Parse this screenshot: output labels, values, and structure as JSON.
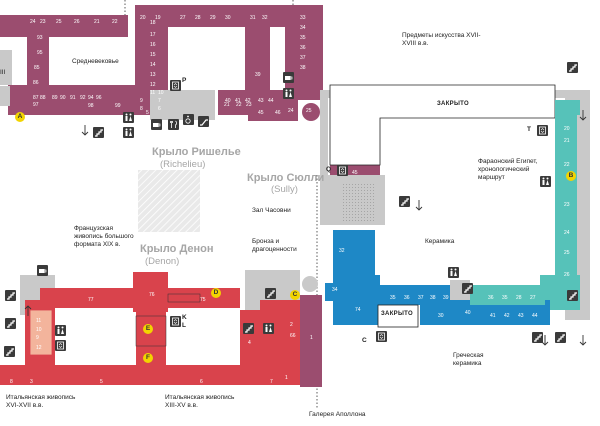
{
  "wings": {
    "richelieu": {
      "name": "Крыло Ришелье",
      "sub": "(Richelieu)"
    },
    "sully": {
      "name": "Крыло Сюлли",
      "sub": "(Sully)"
    },
    "denon": {
      "name": "Крыло Денон",
      "sub": "(Denon)"
    }
  },
  "labels": {
    "middle_ages": "Средневековье",
    "art_objects": "Предметы искусства XVII-XVIII в.в.",
    "egypt": "Фараонский Египет, хронологический маршрут",
    "clock_room": "Зал Часовни",
    "bronze": "Бронза и драгоценности",
    "ceramics": "Керамика",
    "greek_ceramics": "Греческая керамика",
    "french_painting": "Французская живопись большого формата XIX в.",
    "italian_1": "Итальянская живопись XVI-XVII в.в.",
    "italian_2": "Итальянская живопись XIII-XV в.в.",
    "apollo_gallery": "Галерея Аполлона",
    "roman_3": "III"
  },
  "closed": [
    "ЗАКРЫТО",
    "ЗАКРЫТО"
  ],
  "markers": [
    "A",
    "B",
    "C",
    "D",
    "E",
    "F"
  ],
  "letters": [
    "P",
    "T",
    "Q",
    "C",
    "K",
    "L"
  ],
  "rooms": {
    "richelieu_top": [
      "25",
      "26",
      "21",
      "22",
      "23",
      "24",
      "20",
      "19"
    ],
    "richelieu_left": [
      "93",
      "95",
      "85",
      "86",
      "87",
      "88",
      "89",
      "90",
      "91",
      "92",
      "94",
      "96",
      "97",
      "98",
      "99"
    ],
    "richelieu_mid": [
      "18",
      "17",
      "16",
      "15",
      "14",
      "13",
      "12",
      "11",
      "10",
      "9",
      "8",
      "7",
      "6",
      "5"
    ],
    "richelieu_right": [
      "27",
      "28",
      "29",
      "30",
      "31",
      "32",
      "33",
      "34",
      "35",
      "36",
      "37",
      "38",
      "39",
      "40",
      "41",
      "42",
      "43",
      "44",
      "45",
      "46"
    ],
    "richelieu_corridor": [
      "21",
      "22",
      "23",
      "24",
      "25"
    ],
    "sully_egypt": [
      "20",
      "21",
      "22",
      "23",
      "24",
      "25",
      "26"
    ],
    "sully_center": [
      "45"
    ],
    "sully_blue": [
      "32",
      "34",
      "74",
      "35",
      "36",
      "37",
      "38",
      "39",
      "30",
      "40",
      "41",
      "42",
      "43",
      "44"
    ],
    "sully_teal": [
      "36",
      "35",
      "28",
      "27"
    ],
    "denon": [
      "77",
      "76",
      "75",
      "8",
      "3",
      "5",
      "6",
      "7",
      "9",
      "11",
      "12",
      "10",
      "4",
      "1",
      "2",
      "66",
      "1"
    ]
  },
  "colors": {
    "richelieu": "#9b4d6f",
    "denon": "#d9434c",
    "sully_blue": "#1e88c6",
    "sully_teal": "#56c2b9",
    "grey": "#c9c9c9",
    "marker": "#f2d400",
    "icon": "#3a3a3a"
  },
  "icons": [
    "stairs-icon",
    "elevator-icon",
    "toilet-icon",
    "cafe-icon",
    "restaurant-icon",
    "escalator-icon",
    "accessible-icon",
    "checkroom-icon",
    "arrow-down-icon",
    "arrow-up-icon"
  ]
}
